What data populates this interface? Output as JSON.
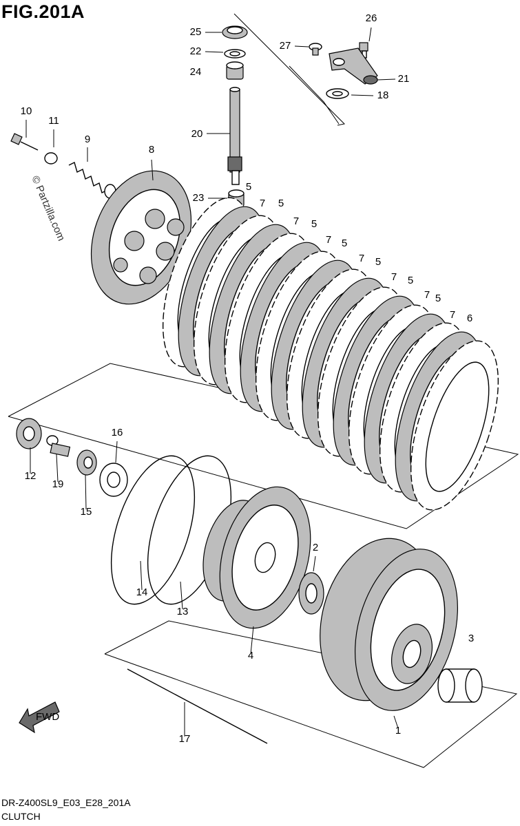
{
  "figure": {
    "title": "FIG.201A",
    "code": "DR-Z400SL9_E03_E28_201A",
    "name": "CLUTCH",
    "watermark": "© Partzilla.com",
    "fwd_label": "FWD"
  },
  "callouts": [
    "1",
    "2",
    "3",
    "4",
    "5",
    "6",
    "7",
    "8",
    "9",
    "10",
    "11",
    "12",
    "13",
    "14",
    "15",
    "16",
    "17",
    "18",
    "19",
    "20",
    "21",
    "22",
    "23",
    "24",
    "25",
    "26",
    "27"
  ]
}
